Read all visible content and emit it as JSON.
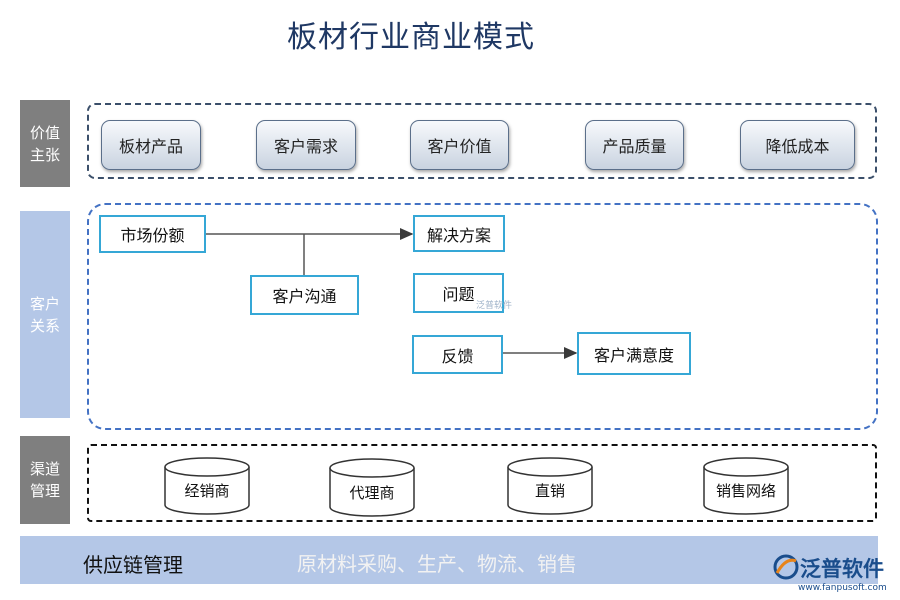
{
  "title": "板材行业商业模式",
  "rows": {
    "value": "价值\n主张",
    "customer": "客户\n关系",
    "channel": "渠道\n管理"
  },
  "value_items": [
    "板材产品",
    "客户需求",
    "客户价值",
    "产品质量",
    "降低成本"
  ],
  "customer": {
    "market_share": "市场份额",
    "communication": "客户沟通",
    "solution": "解决方案",
    "problem": "问题",
    "feedback": "反馈",
    "satisfaction": "客户满意度",
    "watermark": "泛普软件"
  },
  "channels": [
    "经销商",
    "代理商",
    "直销",
    "销售网络"
  ],
  "supply_chain": {
    "label": "供应链管理",
    "description": "原材料采购、生产、物流、销售"
  },
  "logo": {
    "name": "泛普软件",
    "url": "www.fanpusoft.com"
  }
}
